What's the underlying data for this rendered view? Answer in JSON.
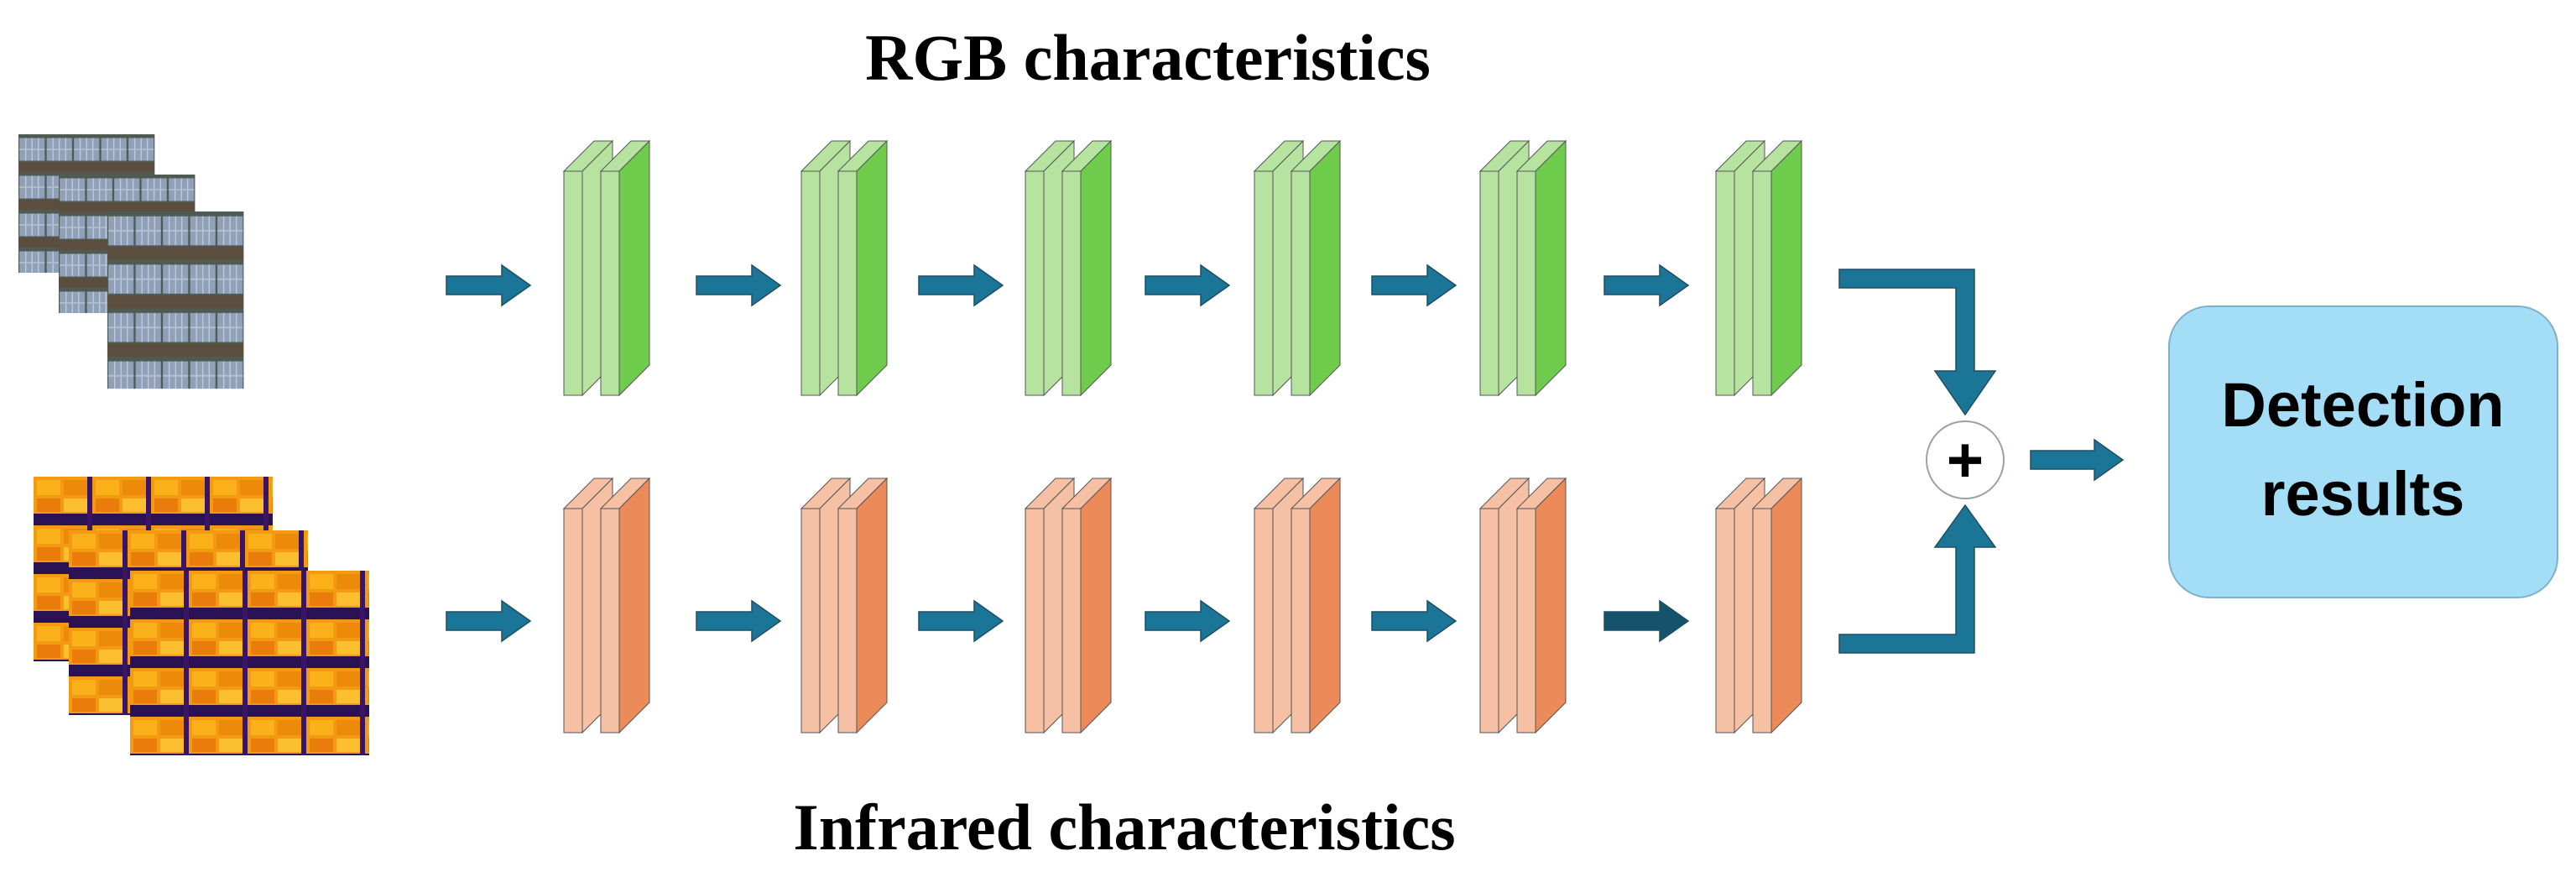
{
  "diagram": {
    "top_title": "RGB characteristics",
    "bottom_title": "Infrared characteristics",
    "fusion_symbol": "+",
    "result_line1": "Detection",
    "result_line2": "results",
    "rgb_branch": {
      "input": "rgb-image-stack",
      "layer_count": 6
    },
    "infrared_branch": {
      "input": "thermal-image-stack",
      "layer_count": 6
    }
  },
  "colors": {
    "rgb_layer_front": "#6ecb4b",
    "rgb_layer_side": "#b6e4a0",
    "ir_layer_front": "#ec8a5a",
    "ir_layer_side": "#f5c0a4",
    "arrow": "#1a7596",
    "arrow_dark": "#15536d",
    "result_fill": "#a4def6",
    "result_stroke": "#7fb0c8"
  }
}
